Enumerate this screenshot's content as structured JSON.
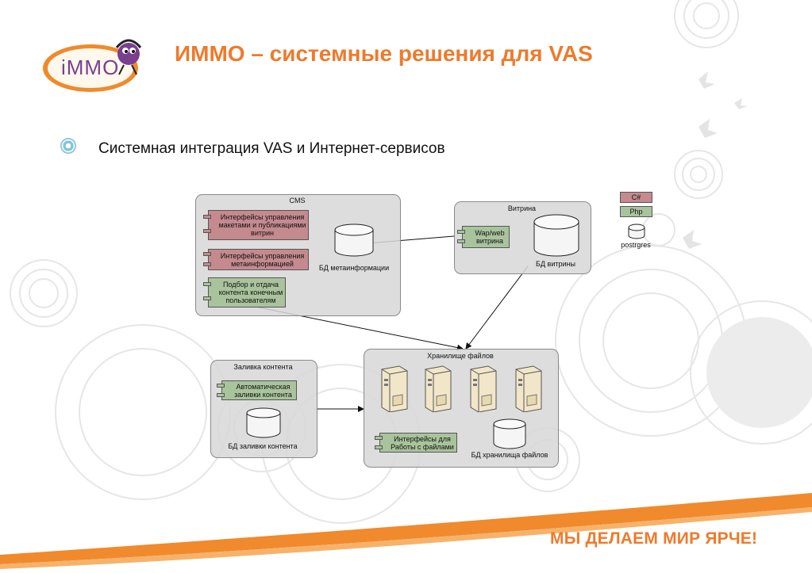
{
  "header": {
    "logo_text": "iMMO",
    "title": "ИММО – системные решения для VAS"
  },
  "bullet": {
    "text": "Системная интеграция VAS и Интернет-сервисов"
  },
  "diagram": {
    "cms": {
      "title": "CMS",
      "comp1": "Интерфейсы управления макетами и публикациями витрин",
      "comp2": "Интерфейсы управления метаинформацией",
      "comp3": "Подбор и отдача контента конечным пользователям",
      "db": "БД метаинформации"
    },
    "vitrina": {
      "title": "Витрина",
      "comp1": "Wap/web витрина",
      "db": "БД витрины"
    },
    "legend": {
      "csharp": "C#",
      "php": "Php",
      "postgres": "postrgres"
    },
    "upload": {
      "title": "Заливка контента",
      "comp1": "Автоматическая заливки контента",
      "db": "БД заливки контента"
    },
    "storage": {
      "title": "Хранилище файлов",
      "comp1": "Интерфейсы для Работы с файлами",
      "db": "БД хранилища файлов"
    }
  },
  "footer": {
    "slogan": "МЫ ДЕЛАЕМ МИР ЯРЧЕ!"
  },
  "colors": {
    "accent": "#ee7a2c",
    "red_component": "#c48a8e",
    "green_component": "#a9c49c",
    "container": "#d7d7d7"
  }
}
